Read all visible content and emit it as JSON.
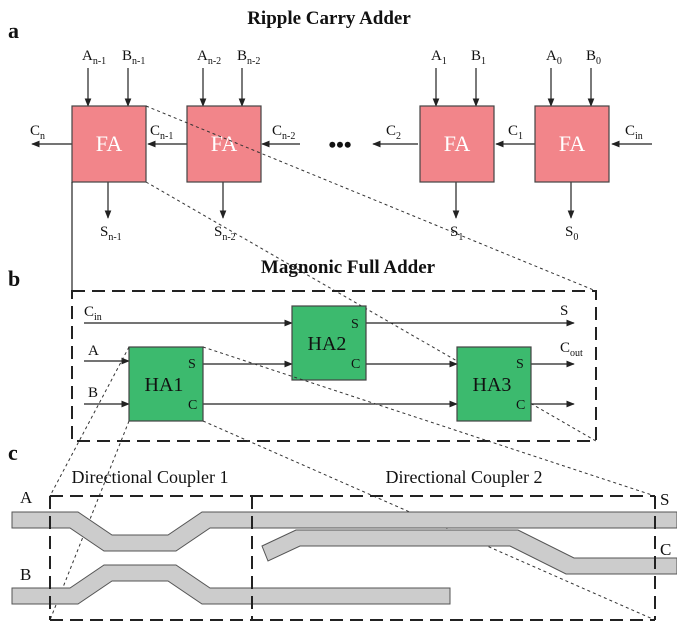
{
  "panel_a": {
    "letter": "a",
    "title": "Ripple Carry Adder",
    "block_label": "FA",
    "ellipsis": "•••",
    "blocks": [
      {
        "a_in": "A",
        "a_sub": "n-1",
        "b_in": "B",
        "b_sub": "n-1",
        "sum": "S",
        "sum_sub": "n-1",
        "carry_out": "C",
        "carry_out_sub": "n",
        "carry_in": "C",
        "carry_in_sub": "n-1"
      },
      {
        "a_in": "A",
        "a_sub": "n-2",
        "b_in": "B",
        "b_sub": "n-2",
        "sum": "S",
        "sum_sub": "n-2",
        "carry_in": "C",
        "carry_in_sub": "n-2"
      },
      {
        "a_in": "A",
        "a_sub": "1",
        "b_in": "B",
        "b_sub": "1",
        "sum": "S",
        "sum_sub": "1",
        "carry_out": "C",
        "carry_out_sub": "2",
        "carry_in": "C",
        "carry_in_sub": "1"
      },
      {
        "a_in": "A",
        "a_sub": "0",
        "b_in": "B",
        "b_sub": "0",
        "sum": "S",
        "sum_sub": "0",
        "carry_in": "C",
        "carry_in_sub": "in"
      }
    ]
  },
  "panel_b": {
    "letter": "b",
    "title": "Magnonic Full Adder",
    "inputs": {
      "cin": "C",
      "cin_sub": "in",
      "a": "A",
      "b": "B"
    },
    "outputs": {
      "s": "S",
      "cout": "C",
      "cout_sub": "out"
    },
    "half_adders": [
      {
        "label": "HA1",
        "s": "S",
        "c": "C"
      },
      {
        "label": "HA2",
        "s": "S",
        "c": "C"
      },
      {
        "label": "HA3",
        "s": "S",
        "c": "C"
      }
    ]
  },
  "panel_c": {
    "letter": "c",
    "coupler1": "Directional Coupler 1",
    "coupler2": "Directional Coupler 2",
    "inputs": {
      "a": "A",
      "b": "B"
    },
    "outputs": {
      "s": "S",
      "c": "C"
    }
  },
  "colors": {
    "fa_fill": "#f2858a",
    "ha_fill": "#3cba6e",
    "waveguide_fill": "#cccccc"
  }
}
